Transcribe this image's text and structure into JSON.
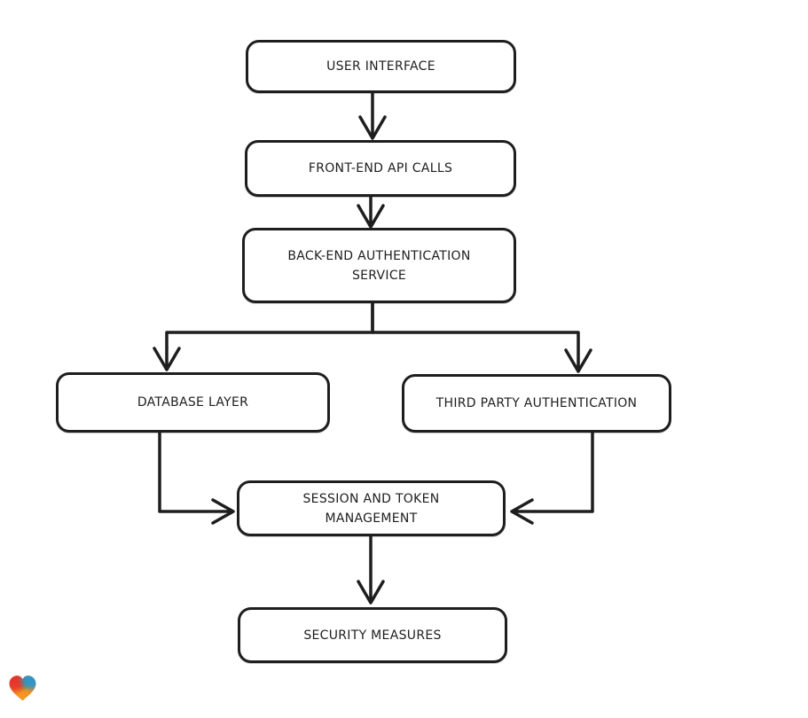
{
  "diagram": {
    "type": "flowchart",
    "nodes": [
      {
        "id": "user-interface",
        "label": "USER INTERFACE"
      },
      {
        "id": "front-end-api-calls",
        "label": "FRONT-END API CALLS"
      },
      {
        "id": "back-end-authentication-service",
        "label": "BACK-END AUTHENTICATION SERVICE"
      },
      {
        "id": "database-layer",
        "label": "DATABASE LAYER"
      },
      {
        "id": "third-party-authentication",
        "label": "THIRD PARTY AUTHENTICATION"
      },
      {
        "id": "session-and-token-management",
        "label": "SESSION AND TOKEN MANAGEMENT"
      },
      {
        "id": "security-measures",
        "label": "SECURITY MEASURES"
      }
    ],
    "edges": [
      {
        "from": "user-interface",
        "to": "front-end-api-calls"
      },
      {
        "from": "front-end-api-calls",
        "to": "back-end-authentication-service"
      },
      {
        "from": "back-end-authentication-service",
        "to": "database-layer"
      },
      {
        "from": "back-end-authentication-service",
        "to": "third-party-authentication"
      },
      {
        "from": "database-layer",
        "to": "session-and-token-management"
      },
      {
        "from": "third-party-authentication",
        "to": "session-and-token-management"
      },
      {
        "from": "session-and-token-management",
        "to": "security-measures"
      }
    ],
    "style": {
      "stroke_color": "#1e1e1e",
      "node_fill": "#ffffff",
      "background": "#ffffff"
    }
  },
  "branding": {
    "logo_icon": "gradient-heart-logo",
    "logo_colors": {
      "red": "#e4332f",
      "blue": "#2597d2",
      "green": "#55a63c",
      "orange": "#f6911f"
    }
  }
}
